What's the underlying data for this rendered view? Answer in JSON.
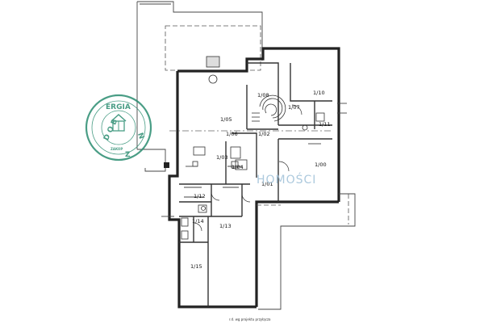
{
  "rooms": {
    "r105": "1/05",
    "r106": "1/06",
    "r102": "1/02",
    "r103": "1/03",
    "r104": "1/04",
    "r101": "1/01",
    "r100": "1/00",
    "r108": "1/08",
    "r107": "1/07",
    "r110": "1/10",
    "r111": "1/11",
    "r112": "1/12",
    "r114": "1/14",
    "r113": "1/13",
    "r115": "1/15"
  },
  "annotations": {
    "bottom_note": "r.d. wg projektu przyłącza"
  },
  "stamp": {
    "top_word": "ERGIA",
    "side_letters": "D O B",
    "letter_z": "Z",
    "letter_n": "N",
    "center_text": "ZAKOP"
  },
  "watermark": {
    "text": "HOMOŚCI"
  },
  "colors": {
    "stamp": "#2a8c70",
    "watermark": "#9ec0d8",
    "lines": "#222222"
  }
}
